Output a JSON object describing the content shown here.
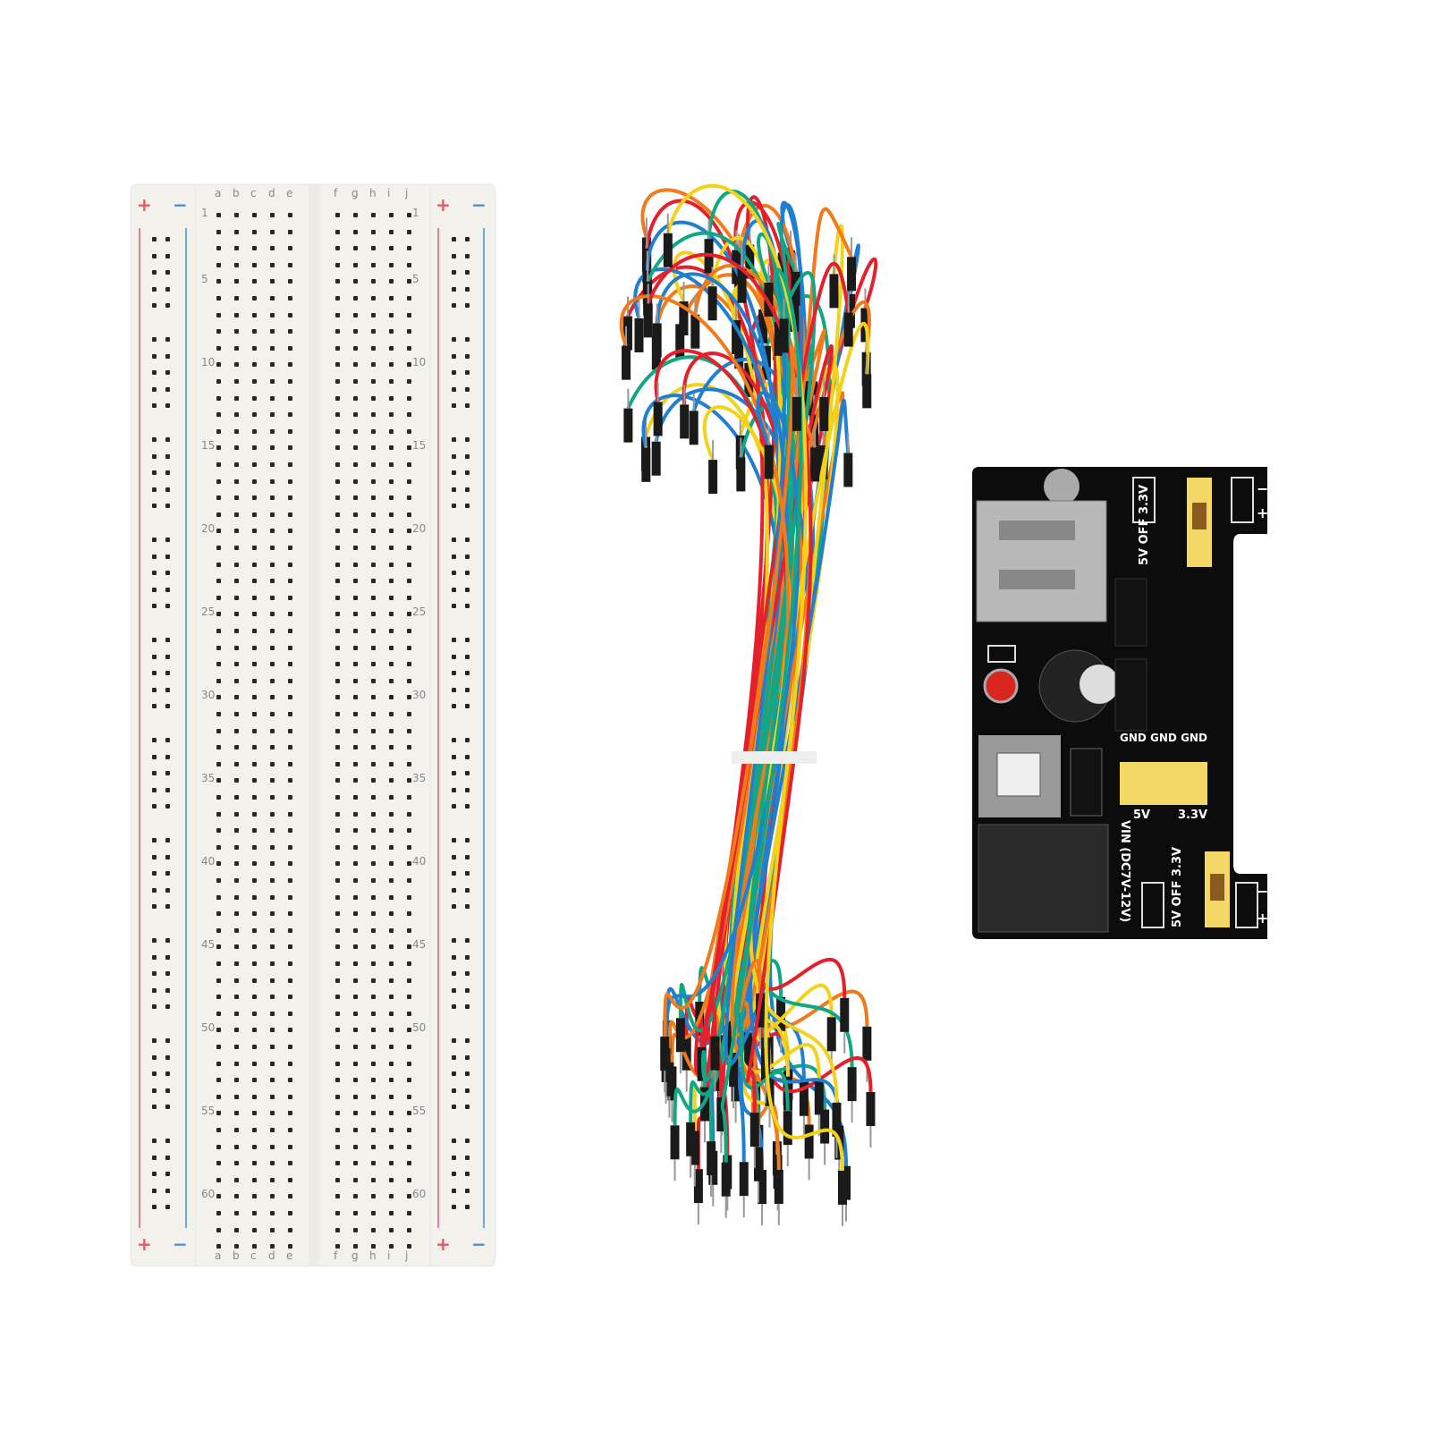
{
  "breadboard": {
    "column_labels_left": [
      "a",
      "b",
      "c",
      "d",
      "e"
    ],
    "column_labels_right": [
      "f",
      "g",
      "h",
      "i",
      "j"
    ],
    "row_numbers": [
      "1",
      "5",
      "10",
      "15",
      "20",
      "25",
      "30",
      "35",
      "40",
      "45",
      "50",
      "55",
      "60"
    ],
    "rail_plus": "+",
    "rail_minus": "−",
    "colors": {
      "plus_rail": "#e8838a",
      "minus_rail": "#6aa8d8",
      "body": "#eeebe4"
    }
  },
  "jumper_wires": {
    "colors": [
      "#e3202c",
      "#f2d21a",
      "#1f7fd1",
      "#12a784",
      "#f07a1c"
    ],
    "connector_color": "#1a1a1a"
  },
  "power_module": {
    "jumper_top_label": "5V OFF 3.3V",
    "gnd_label": "GND GND GND",
    "out_5v_label": "5V",
    "out_33v_label": "3.3V",
    "vin_label": "VIN (DC7V-12V)",
    "jumper_bottom_label": "5V OFF 3.3V",
    "plus": "+",
    "minus": "−",
    "pcb_color": "#0c0c0c",
    "header_color": "#f4d866",
    "led_color": "#d8261e"
  }
}
